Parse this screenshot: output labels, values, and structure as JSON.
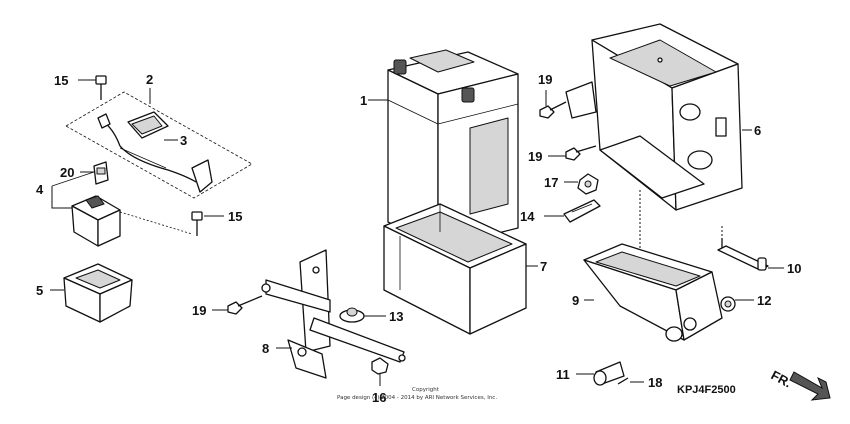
{
  "callouts": {
    "c1": "1",
    "c2": "2",
    "c3": "3",
    "c4": "4",
    "c5": "5",
    "c6": "6",
    "c7": "7",
    "c8": "8",
    "c9": "9",
    "c10": "10",
    "c11": "11",
    "c12": "12",
    "c13": "13",
    "c14": "14",
    "c15a": "15",
    "c15b": "15",
    "c16": "16",
    "c17": "17",
    "c18": "18",
    "c19a": "19",
    "c19b": "19",
    "c19c": "19",
    "c20": "20"
  },
  "diagram_code": "KPJ4F2500",
  "front_marker": "FR.",
  "copyright": {
    "line1": "Copyright",
    "line2": "Page design (c) 2004 - 2014 by ARI Network Services, Inc."
  }
}
